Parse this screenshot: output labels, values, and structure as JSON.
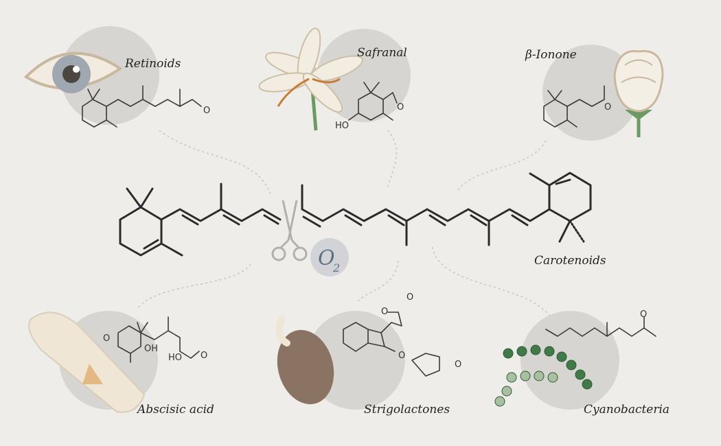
{
  "title": "Carotenoids",
  "oxygen_label": "O",
  "oxygen_subscript": "2",
  "products": {
    "retinoids": {
      "label": "Retinoids",
      "atoms": [
        "O"
      ]
    },
    "safranal": {
      "label": "Safranal",
      "atoms": [
        "O",
        "HO"
      ]
    },
    "ionone": {
      "label": "β-Ionone",
      "atoms": [
        "O"
      ]
    },
    "abscisic": {
      "label": "Abscisic acid",
      "atoms": [
        "O",
        "OH",
        "HO",
        "O"
      ]
    },
    "strigolactones": {
      "label": "Strigolactones",
      "atoms": [
        "O",
        "O",
        "O",
        "O"
      ]
    },
    "cyanobacteria": {
      "label": "Cyanobacteria",
      "atoms": [
        "O"
      ]
    }
  },
  "colors": {
    "background": "#eeede9",
    "bubble": "#d6d5d1",
    "bond": "#2b2b2b",
    "scissors": "#b0b0b0",
    "o2": "#5f6f86"
  }
}
